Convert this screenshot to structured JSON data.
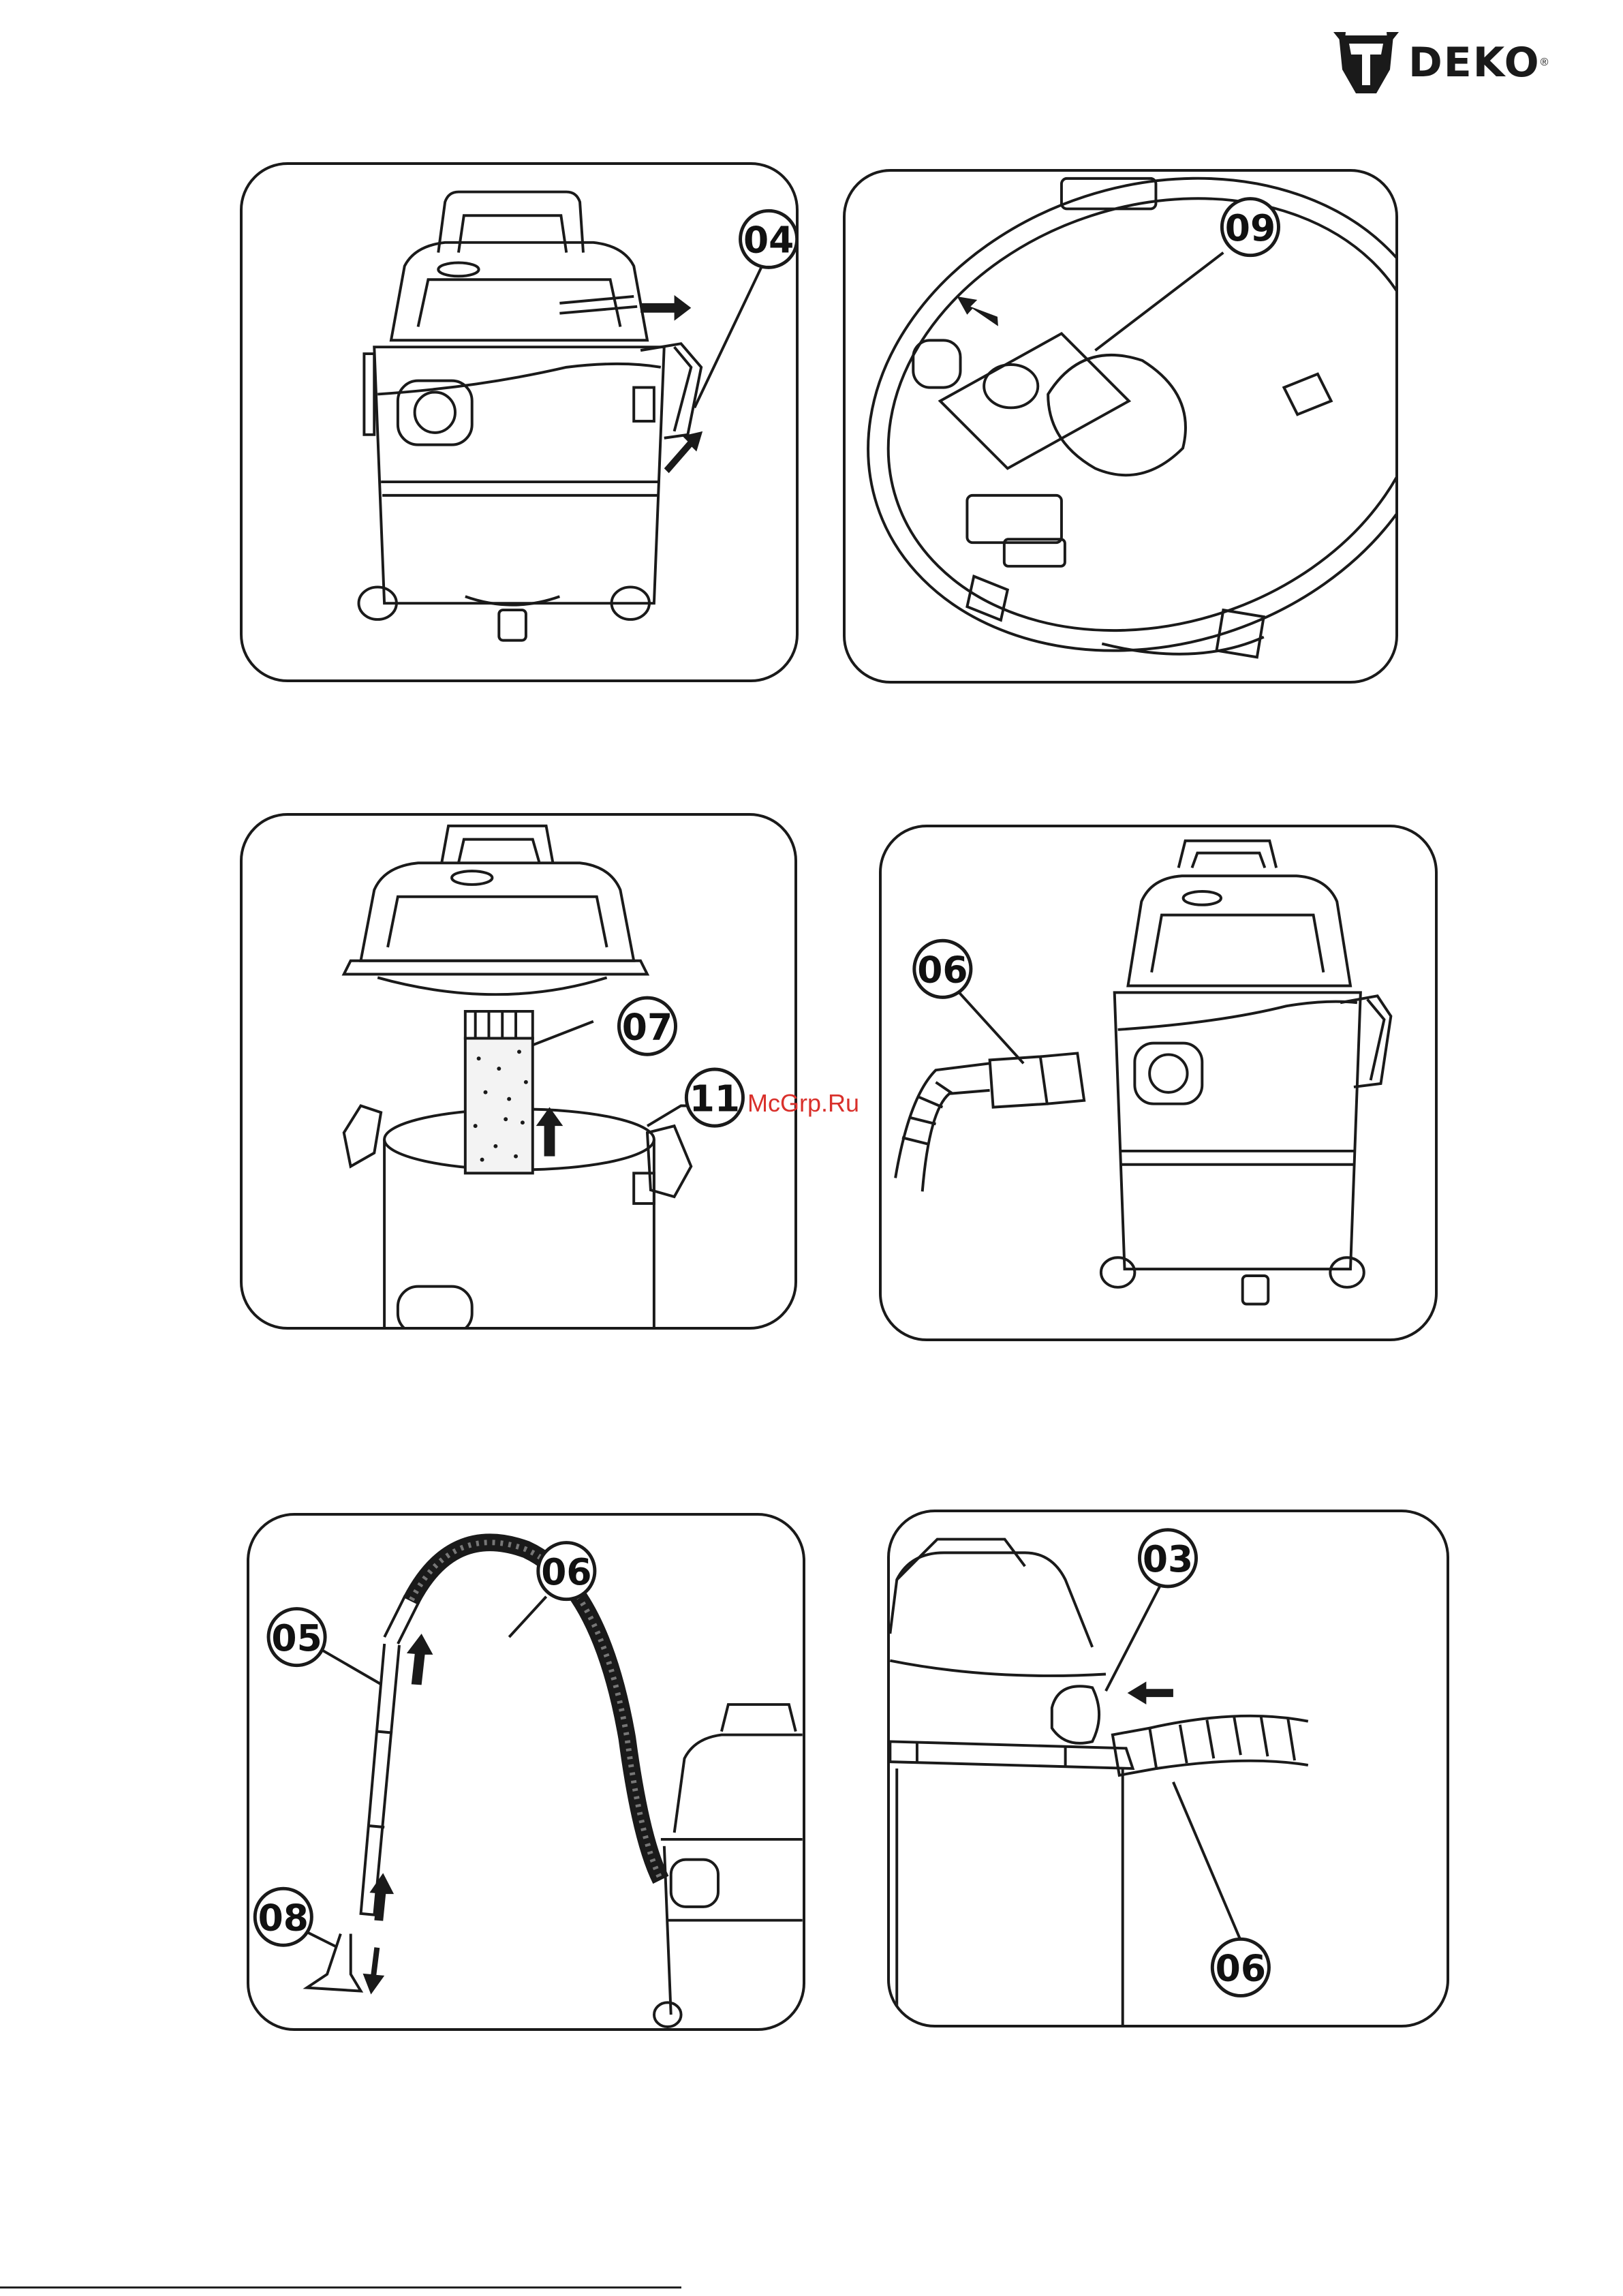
{
  "brand": {
    "name": "DEKO",
    "reg_mark": "®"
  },
  "watermark": "McGrp.Ru",
  "panels": [
    {
      "id": "panel-1",
      "callouts": [
        "04"
      ]
    },
    {
      "id": "panel-2",
      "callouts": [
        "09"
      ]
    },
    {
      "id": "panel-3",
      "callouts": [
        "07",
        "11"
      ]
    },
    {
      "id": "panel-4",
      "callouts": [
        "06"
      ]
    },
    {
      "id": "panel-5",
      "callouts": [
        "06",
        "05",
        "08"
      ]
    },
    {
      "id": "panel-6",
      "callouts": [
        "03",
        "06"
      ]
    }
  ],
  "icons": [
    "brand-logo-icon",
    "arrow-icon"
  ],
  "colors": {
    "line": "#1a1a1a",
    "watermark": "#d9302b"
  }
}
